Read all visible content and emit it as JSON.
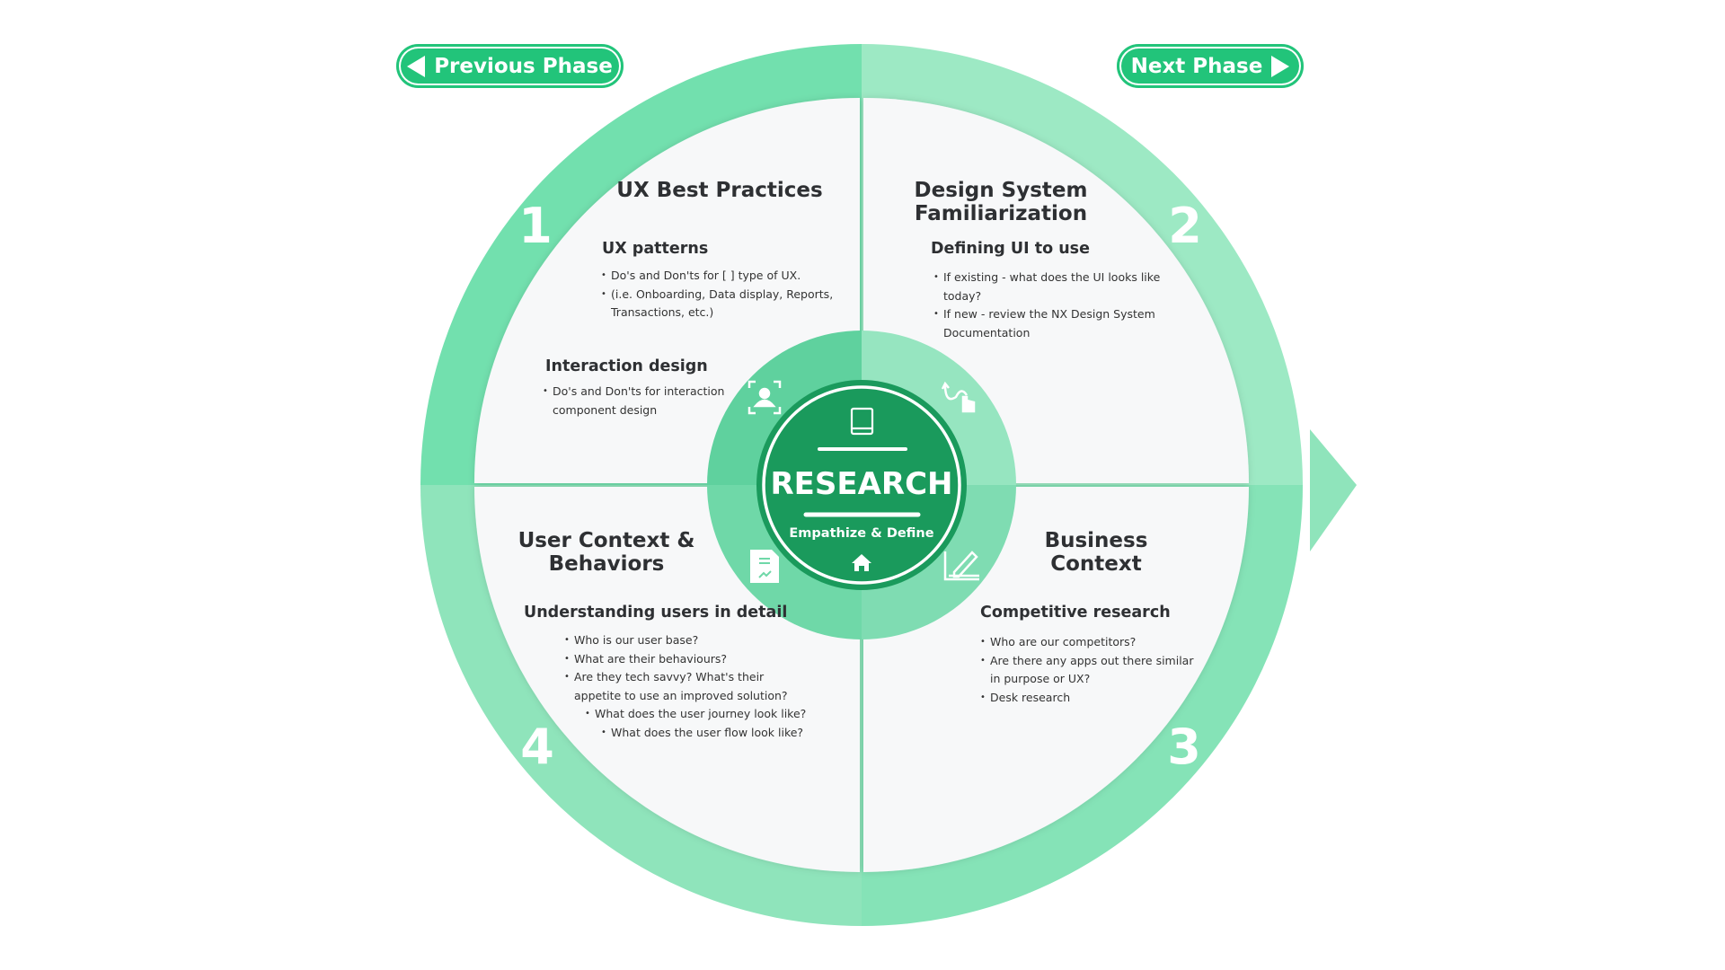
{
  "nav": {
    "previous_label": "Previous Phase",
    "next_label": "Next Phase"
  },
  "center": {
    "title": "RESEARCH",
    "subtitle": "Empathize & Define",
    "icons": [
      "book-icon",
      "home-icon"
    ]
  },
  "colors": {
    "button": "#22c47a",
    "center": "#1a9a5c",
    "ring_q1": "#72e0ae",
    "ring_q2": "#9de9c4",
    "ring_q3": "#85e3b7",
    "ring_q4": "#8fe4bb"
  },
  "quadrants": [
    {
      "number": "1",
      "title": "UX Best Practices",
      "sections": [
        {
          "heading": "UX patterns",
          "bullets": [
            "Do's and Don'ts for [ ] type of UX.",
            "(i.e. Onboarding, Data display, Reports,",
            "Transactions, etc.)"
          ]
        },
        {
          "heading": "Interaction design",
          "bullets": [
            "Do's and Don'ts for interaction",
            "component design"
          ]
        }
      ],
      "icon": "user-focus-icon"
    },
    {
      "number": "2",
      "title_line1": "Design System",
      "title_line2": "Familiarization",
      "sections": [
        {
          "heading": "Defining UI to use",
          "bullets": [
            "If existing - what does the UI looks like",
            "today?",
            "If new - review the NX Design System",
            "Documentation"
          ]
        }
      ],
      "icon": "swipe-hand-icon"
    },
    {
      "number": "3",
      "title_line1": "Business",
      "title_line2": "Context",
      "sections": [
        {
          "heading": "Competitive research",
          "bullets": [
            "Who are our competitors?",
            "Are there any apps out there similar",
            "in purpose or UX?",
            "Desk research"
          ]
        }
      ],
      "icon": "chart-pen-icon"
    },
    {
      "number": "4",
      "title_line1": "User Context &",
      "title_line2": "Behaviors",
      "sections": [
        {
          "heading": "Understanding users in detail",
          "bullets": [
            "Who is our user base?",
            "What are their behaviours?",
            "Are they tech savvy? What's their",
            "appetite to use an improved solution?",
            "What does the user journey look like?",
            "What does the user flow look like?"
          ]
        }
      ],
      "icon": "document-chart-icon"
    }
  ]
}
